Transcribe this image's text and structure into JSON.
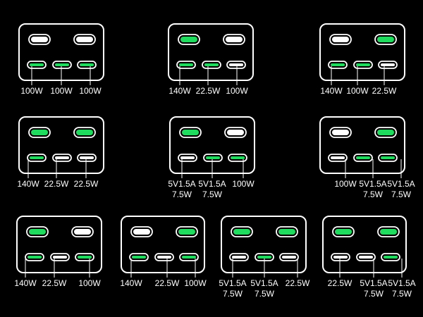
{
  "colors": {
    "active": "#1fdc5f",
    "inactive": "#ffffff",
    "outline": "#ffffff",
    "background": "#000000"
  },
  "configs": [
    {
      "ports": [
        "white",
        "white",
        "green",
        "green",
        "green"
      ],
      "labels": [
        [
          "100W"
        ],
        [
          "100W"
        ],
        [
          "100W"
        ]
      ]
    },
    {
      "ports": [
        "green",
        "white",
        "green",
        "green",
        "white"
      ],
      "labels": [
        [
          "140W"
        ],
        [
          "22.5W"
        ],
        [
          "100W"
        ]
      ]
    },
    {
      "ports": [
        "white",
        "green",
        "green",
        "green",
        "white"
      ],
      "labels": [
        [
          "140W"
        ],
        [
          "100W"
        ],
        [
          "22.5W"
        ]
      ]
    },
    {
      "ports": [
        "green",
        "green",
        "green",
        "white",
        "white"
      ],
      "labels": [
        [
          "140W"
        ],
        [
          "22.5W"
        ],
        [
          "22.5W"
        ]
      ]
    },
    {
      "ports": [
        "green",
        "white",
        "white",
        "green",
        "green"
      ],
      "labels": [
        [
          "5V1.5A",
          "7.5W"
        ],
        [
          "5V1.5A",
          "7.5W"
        ],
        [
          "100W"
        ]
      ]
    },
    {
      "ports": [
        "white",
        "green",
        "white",
        "green",
        "green"
      ],
      "labels": [
        [
          "100W"
        ],
        [
          "5V1.5A",
          "7.5W"
        ],
        [
          "5V1.5A",
          "7.5W"
        ]
      ]
    },
    {
      "ports": [
        "green",
        "white",
        "green",
        "white",
        "green"
      ],
      "labels": [
        [
          "140W"
        ],
        [
          "22.5W"
        ],
        [
          "100W"
        ]
      ]
    },
    {
      "ports": [
        "white",
        "green",
        "green",
        "white",
        "green"
      ],
      "labels": [
        [
          "140W"
        ],
        [
          "22.5W"
        ],
        [
          "100W"
        ]
      ]
    },
    {
      "ports": [
        "green",
        "green",
        "white",
        "green",
        "white"
      ],
      "labels": [
        [
          "5V1.5A",
          "7.5W"
        ],
        [
          "5V1.5A",
          "7.5W"
        ],
        [
          "22.5W"
        ]
      ]
    },
    {
      "ports": [
        "green",
        "green",
        "white",
        "white",
        "green"
      ],
      "labels": [
        [
          "22.5W"
        ],
        [
          "5V1.5A",
          "7.5W"
        ],
        [
          "5V1.5A",
          "7.5W"
        ]
      ]
    }
  ]
}
